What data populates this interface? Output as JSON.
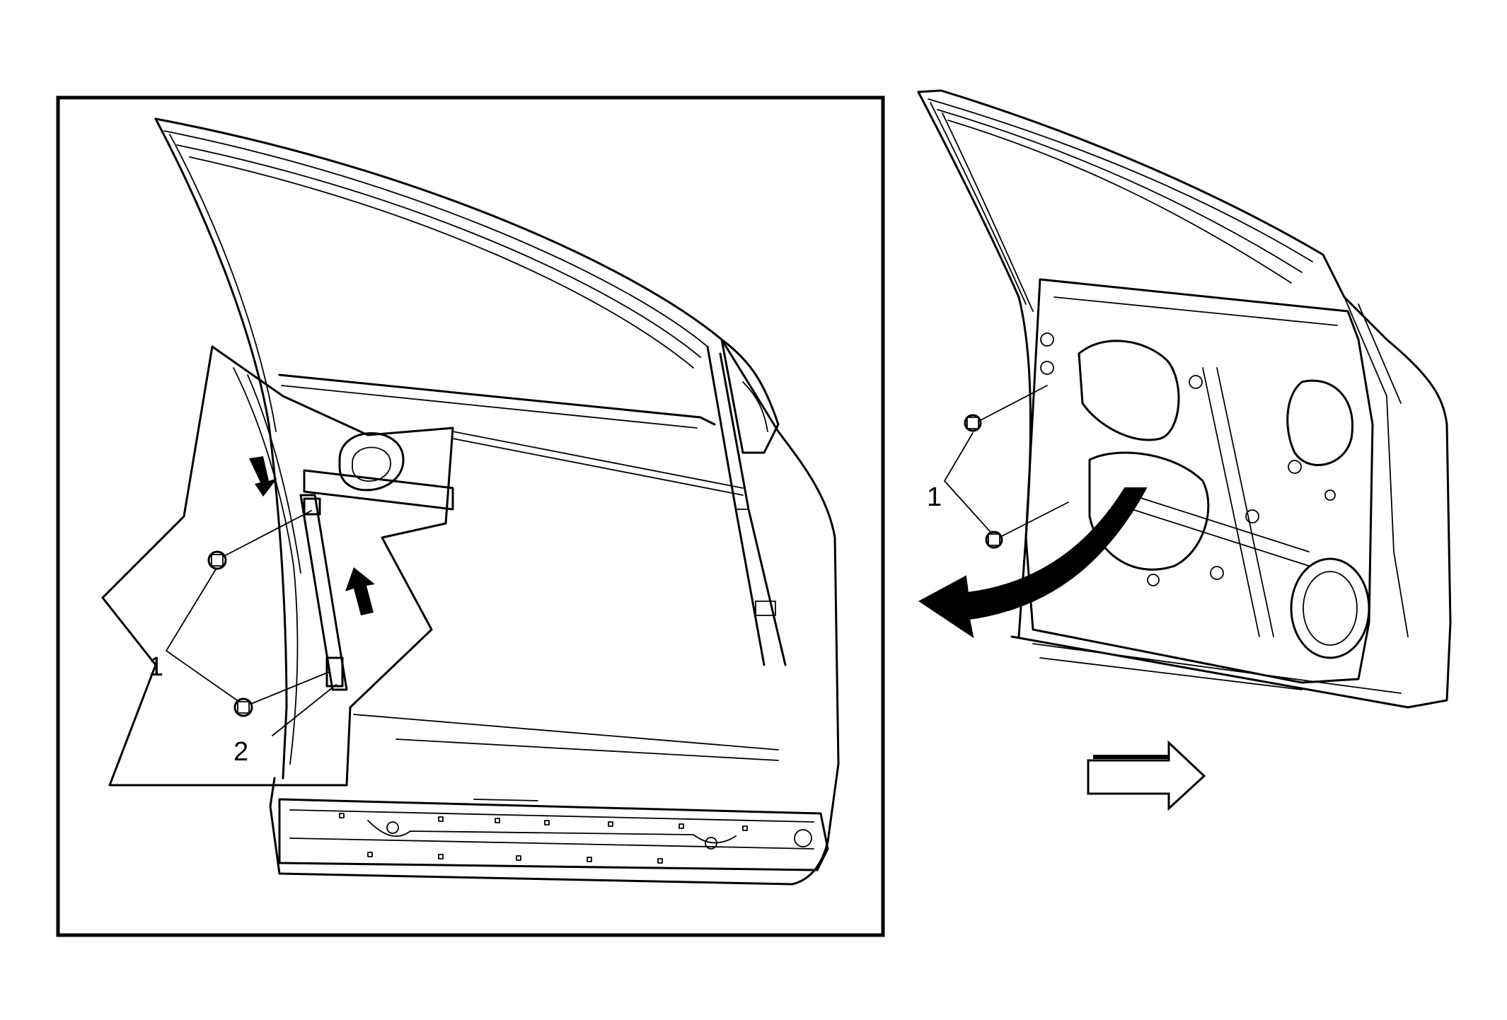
{
  "figure": {
    "left_panel": {
      "callouts": [
        {
          "id": "bolt",
          "label": "1"
        },
        {
          "id": "window-regulator-rail",
          "label": "2"
        }
      ]
    },
    "right_panel": {
      "callouts": [
        {
          "id": "bolt",
          "label": "1"
        }
      ]
    },
    "direction_indicator": {
      "icon": "forward-arrow-icon"
    }
  }
}
